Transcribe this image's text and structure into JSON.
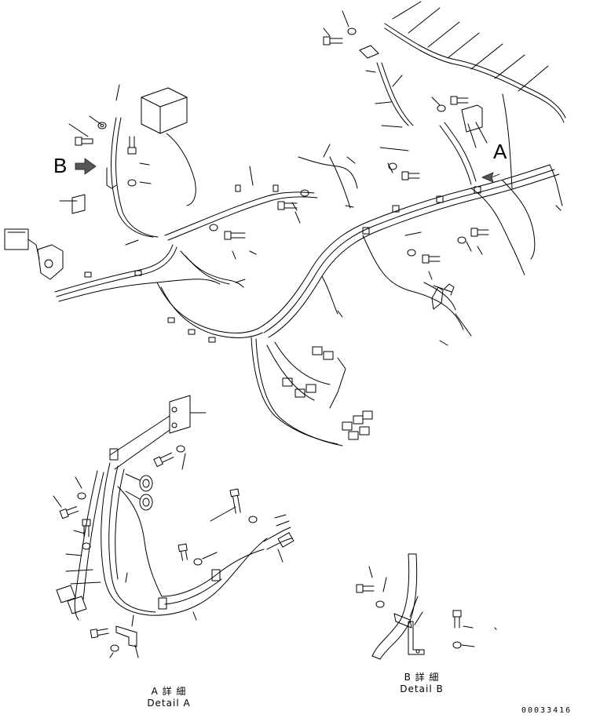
{
  "callouts": {
    "detail_a_marker": "A",
    "detail_b_marker": "B"
  },
  "captions": {
    "detail_a": {
      "jp": "A 詳 細",
      "en": "Detail A"
    },
    "detail_b": {
      "jp": "B 詳 細",
      "en": "Detail B"
    }
  },
  "document_number": "00033416",
  "colors": {
    "line": "#000000",
    "background": "#ffffff"
  }
}
